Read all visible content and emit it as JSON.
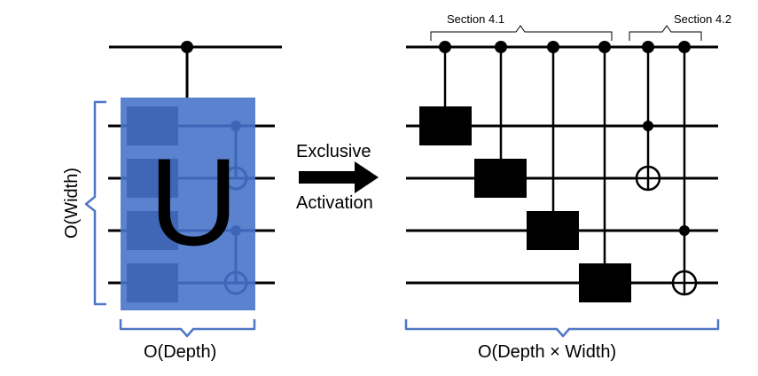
{
  "diagram": {
    "left_box_label": "U",
    "left_width_label": "O(Width)",
    "left_depth_label": "O(Depth)",
    "arrow_label_top": "Exclusive",
    "arrow_label_bottom": "Activation",
    "section_1_label": "Section 4.1",
    "section_2_label": "Section  4.2",
    "right_bottom_label": "O(Depth × Width)"
  },
  "colors": {
    "box_fill": "#5b82cf",
    "inner_block": "#3f67b6",
    "inner_line": "#3d66b8",
    "brace": "#4f76c4",
    "wire": "#000000"
  }
}
